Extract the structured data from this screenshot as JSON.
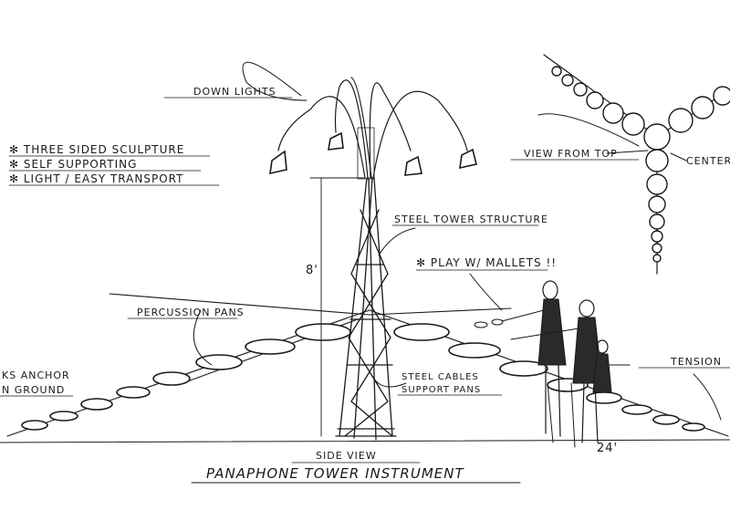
{
  "notes": {
    "bullet_1": "✻ THREE SIDED SCULPTURE",
    "bullet_2": "✻ SELF SUPPORTING",
    "bullet_3": "✻ LIGHT / EASY TRANSPORT"
  },
  "labels": {
    "down_lights": "DOWN LIGHTS",
    "view_from_top": "VIEW FROM TOP",
    "center": "CENTER",
    "steel_tower": "STEEL TOWER STRUCTURE",
    "height": "8'",
    "play_mallets": "✻ PLAY W/ MALLETS !!",
    "percussion_pans": "PERCUSSION PANS",
    "anchor_line1": "KS ANCHOR",
    "anchor_line2": "N GROUND",
    "tension": "TENSION",
    "steel_cables_line1": "STEEL CABLES",
    "steel_cables_line2": "SUPPORT PANS",
    "width": "24'",
    "side_view": "SIDE VIEW",
    "title": "PANAPHONE TOWER INSTRUMENT"
  },
  "colors": {
    "ink": "#1a1a1a",
    "paper": "#ffffff"
  }
}
